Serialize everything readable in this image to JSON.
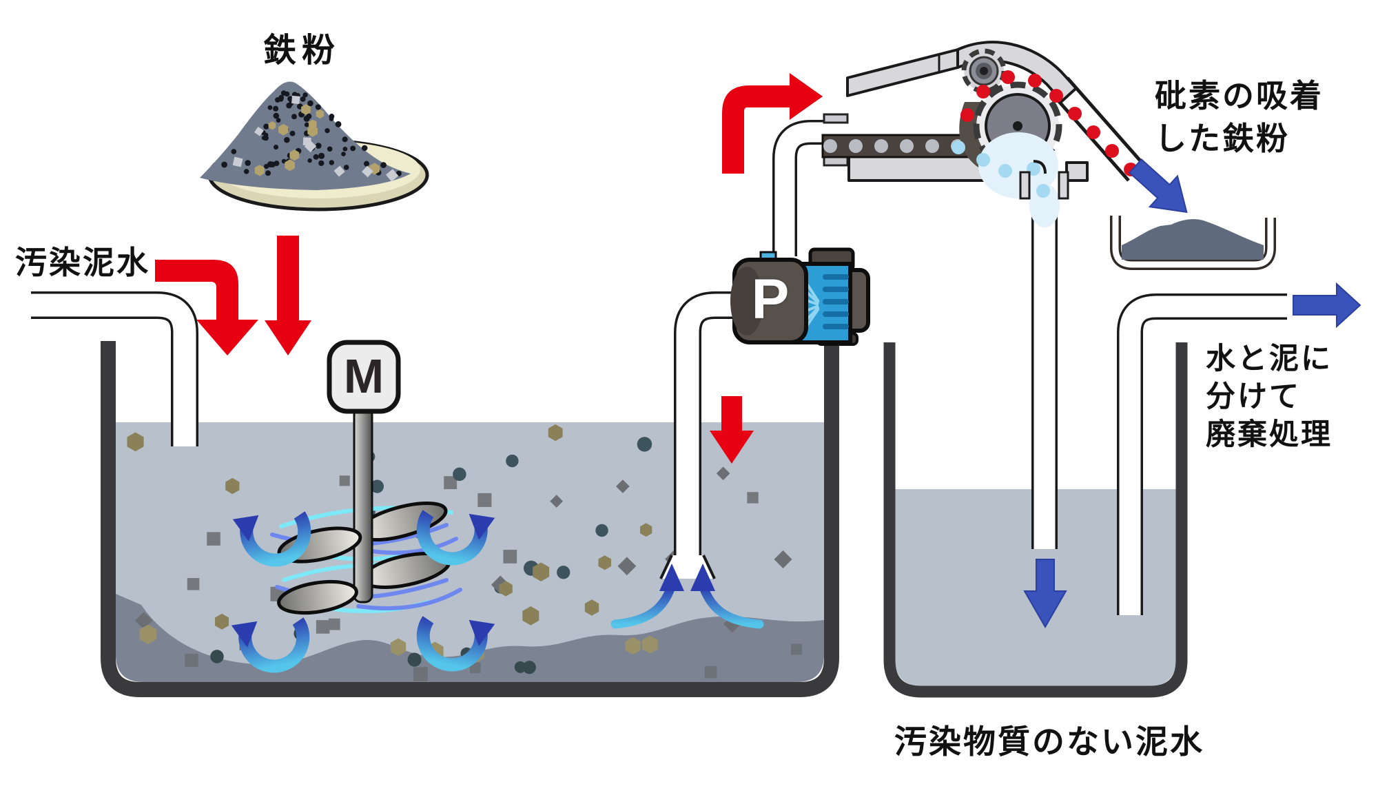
{
  "labels": {
    "iron_powder": "鉄粉",
    "contaminated_sludge": "汚染泥水",
    "adsorbed_iron": [
      "砒素の吸着",
      "した鉄粉"
    ],
    "disposal": [
      "水と泥に",
      "分けて",
      "廃棄処理"
    ],
    "clean_sludge": "汚染物質のない泥水",
    "motor": "M",
    "pump": "P"
  },
  "colors": {
    "arrow_red": "#e60012",
    "arrow_blue": "#3a53bb",
    "water": "#b7c0cb",
    "sediment": "#7c8494",
    "tank_wall": "#3a3a3c",
    "pump_blue": "#2d9dd6",
    "iron_powder_gray": "#717b8e",
    "adsorbed_dot_red": "#dd0f1e",
    "water_dot_blue": "#a5d9f2",
    "plate_cream": "#efeccd"
  }
}
